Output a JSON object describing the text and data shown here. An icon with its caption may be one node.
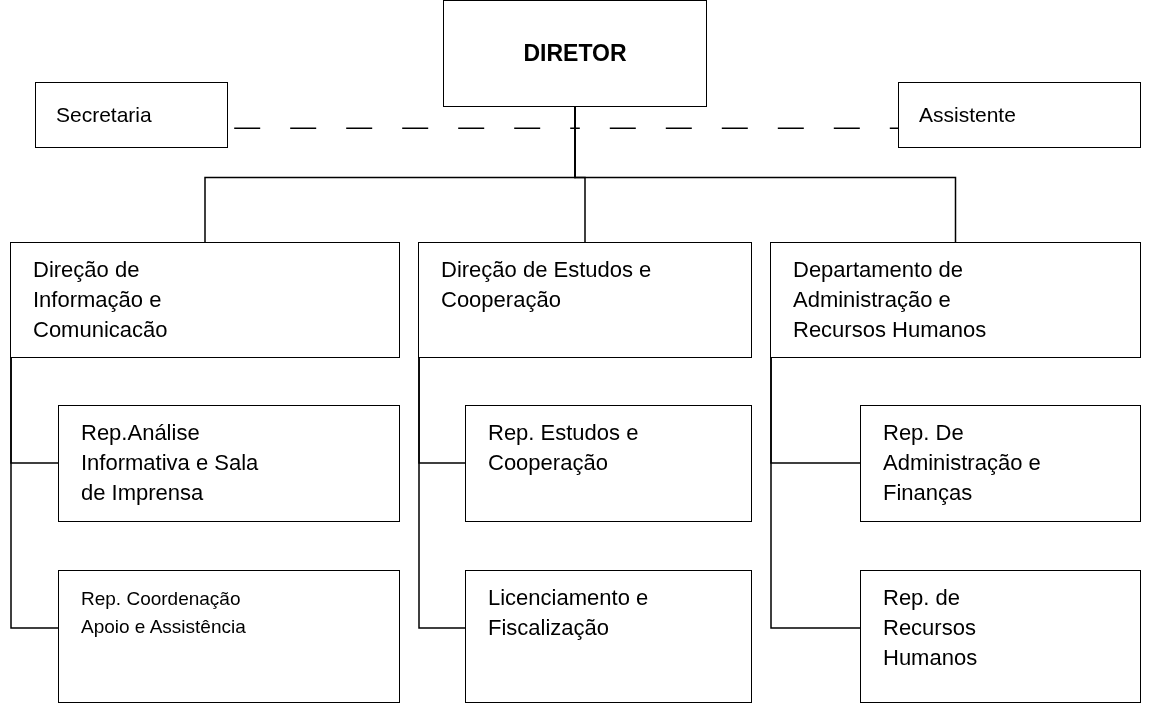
{
  "diagram": {
    "nodes": [
      {
        "text": [
          "DIRETOR"
        ]
      },
      {
        "text": [
          "Secretaria"
        ]
      },
      {
        "text": [
          "Assistente"
        ]
      },
      {
        "text": [
          "Direção de Informação e Comunicacão"
        ]
      },
      {
        "text": [
          "Direção de Estudos e Cooperação"
        ]
      },
      {
        "text": [
          "Departamento de Administração e Recursos Humanos"
        ]
      },
      {
        "text": [
          "Rep.Análise Informativa e Sala de Imprensa"
        ]
      },
      {
        "text": [
          "Rep. Coordenação Apoio e Assistência"
        ]
      },
      {
        "text": [
          "Rep. Estudos e Cooperação"
        ]
      },
      {
        "text": [
          "Licenciamento e Fiscalização"
        ]
      },
      {
        "text": [
          "Rep. De Administração e Finanças"
        ]
      },
      {
        "text": [
          "Rep. de Recursos Humanos"
        ]
      }
    ],
    "edges": [
      {
        "from": 0,
        "to": 1,
        "arrow": "none",
        "style": "dashed"
      },
      {
        "from": 0,
        "to": 2,
        "arrow": "none",
        "style": "dashed"
      },
      {
        "from": 0,
        "to": 3,
        "arrow": "none"
      },
      {
        "from": 0,
        "to": 4,
        "arrow": "none"
      },
      {
        "from": 0,
        "to": 5,
        "arrow": "none"
      },
      {
        "from": 3,
        "to": 6,
        "arrow": "none"
      },
      {
        "from": 3,
        "to": 7,
        "arrow": "none"
      },
      {
        "from": 4,
        "to": 8,
        "arrow": "none"
      },
      {
        "from": 4,
        "to": 9,
        "arrow": "none"
      },
      {
        "from": 5,
        "to": 10,
        "arrow": "none"
      },
      {
        "from": 5,
        "to": 11,
        "arrow": "none"
      }
    ]
  }
}
